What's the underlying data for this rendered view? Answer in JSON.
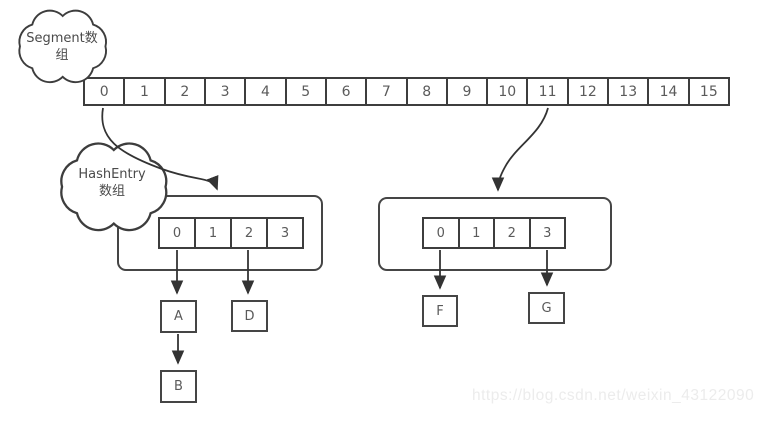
{
  "diagram": {
    "segment_cloud": {
      "line1": "Segment数",
      "line2": "组"
    },
    "hashentry_cloud": {
      "line1": "HashEntry",
      "line2": "数组"
    },
    "segment_array": {
      "cells": [
        "0",
        "1",
        "2",
        "3",
        "4",
        "5",
        "6",
        "7",
        "8",
        "9",
        "10",
        "11",
        "12",
        "13",
        "14",
        "15"
      ]
    },
    "left_bucket": {
      "cells": [
        "0",
        "1",
        "2",
        "3"
      ]
    },
    "right_bucket": {
      "cells": [
        "0",
        "1",
        "2",
        "3"
      ]
    },
    "nodes": {
      "a": "A",
      "d": "D",
      "b": "B",
      "f": "F",
      "g": "G"
    },
    "watermark": "https://blog.csdn.net/weixin_43122090",
    "colors": {
      "stroke": "#3d3d3d",
      "text": "#5a5a5a",
      "watermark": "#ececec",
      "background": "#ffffff"
    }
  }
}
